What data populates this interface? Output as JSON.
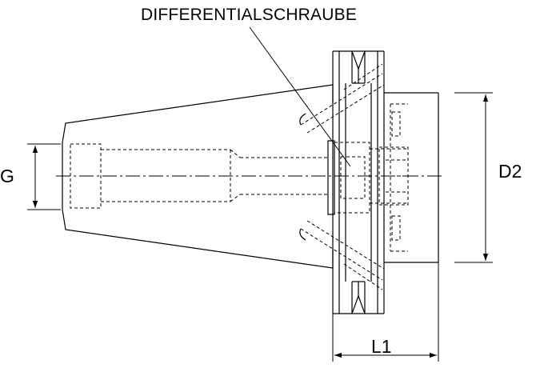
{
  "labels": {
    "title": "DIFFERENTIALSCHRAUBE",
    "g": "G",
    "d2": "D2",
    "l1": "L1"
  },
  "colors": {
    "line": "#000000",
    "background": "#ffffff"
  }
}
